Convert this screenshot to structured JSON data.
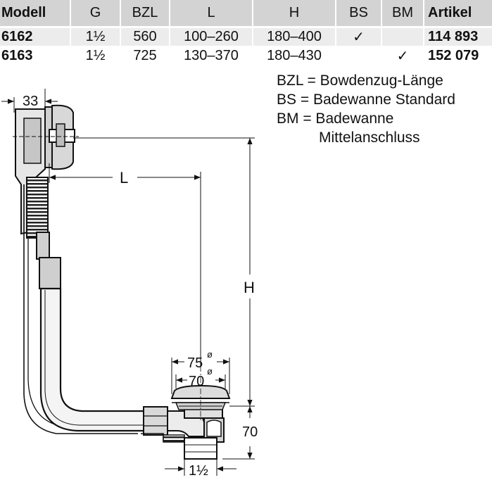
{
  "table": {
    "headers": [
      "Modell",
      "G",
      "BZL",
      "L",
      "H",
      "BS",
      "BM",
      "Artikel"
    ],
    "rows": [
      [
        "6162",
        "1½",
        "560",
        "100–260",
        "180–400",
        "✓",
        "",
        "114 893"
      ],
      [
        "6163",
        "1½",
        "725",
        "130–370",
        "180–430",
        "",
        "✓",
        "152 079"
      ]
    ]
  },
  "legend": {
    "lines": [
      "BZL = Bowdenzug-Länge",
      "BS = Badewanne Standard",
      "BM = Badewanne",
      "Mittelanschluss"
    ]
  },
  "drawing": {
    "dim_33": "33",
    "dim_L": "L",
    "dim_H": "H",
    "dim_75": "75",
    "dim_70_dia": "70",
    "dia_symbol": "ø",
    "dim_70": "70",
    "dim_thread": "1½"
  }
}
